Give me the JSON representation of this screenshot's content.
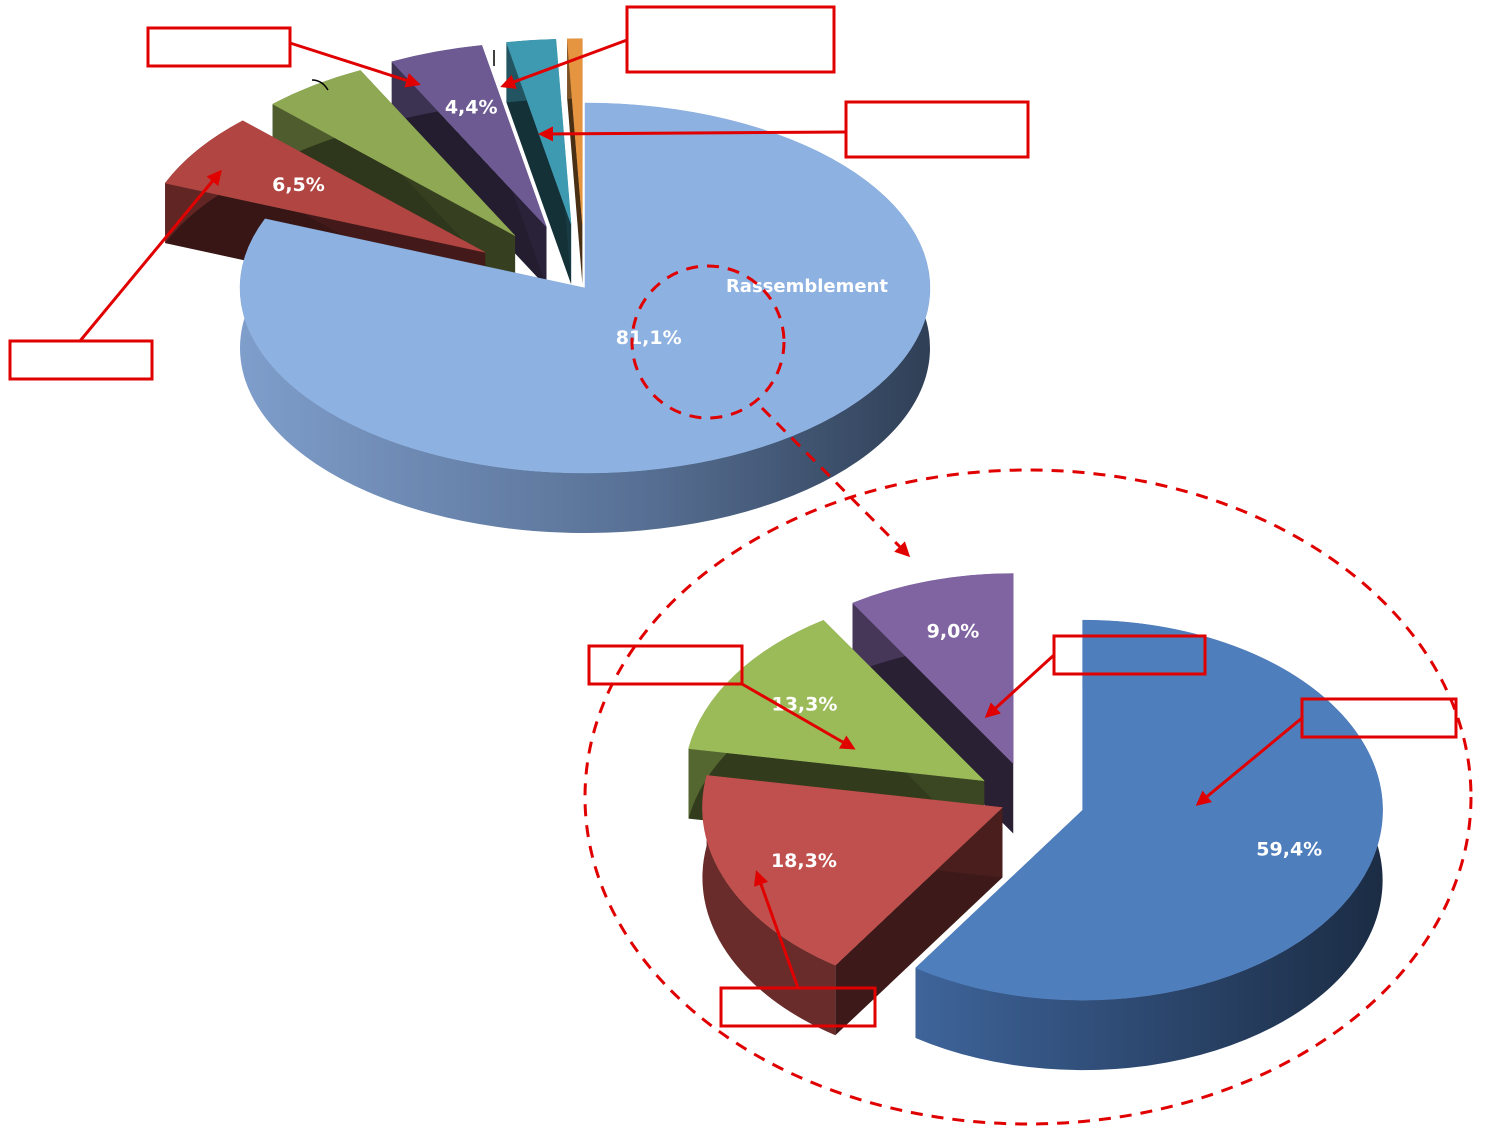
{
  "chart_data": [
    {
      "type": "pie",
      "style": "3d-exploded",
      "categories": [
        "Rassemblement",
        "",
        "",
        "",
        "",
        ""
      ],
      "slice_labels": [
        "Rassemblement",
        "",
        "",
        "",
        "",
        ""
      ],
      "values": [
        81.1,
        6.5,
        5.0,
        4.4,
        2.3,
        0.7
      ],
      "value_labels": [
        "81,1%",
        "6,5%",
        "",
        "4,4%",
        "",
        ""
      ],
      "colors": [
        "#8db1e1",
        "#b04542",
        "#8fa853",
        "#6d5a93",
        "#3e9ab0",
        "#e59440"
      ],
      "legend": "none"
    },
    {
      "type": "pie",
      "style": "3d-exploded",
      "categories": [
        "",
        "",
        "",
        ""
      ],
      "values": [
        59.4,
        18.3,
        13.3,
        9.0
      ],
      "value_labels": [
        "59,4%",
        "18,3%",
        "13,3%",
        "9,0%"
      ],
      "colors": [
        "#4f7ebd",
        "#c0504d",
        "#9bbb59",
        "#8064a2"
      ],
      "legend": "none"
    }
  ],
  "callouts": [
    "",
    "",
    "",
    "",
    "",
    "",
    "",
    ""
  ]
}
